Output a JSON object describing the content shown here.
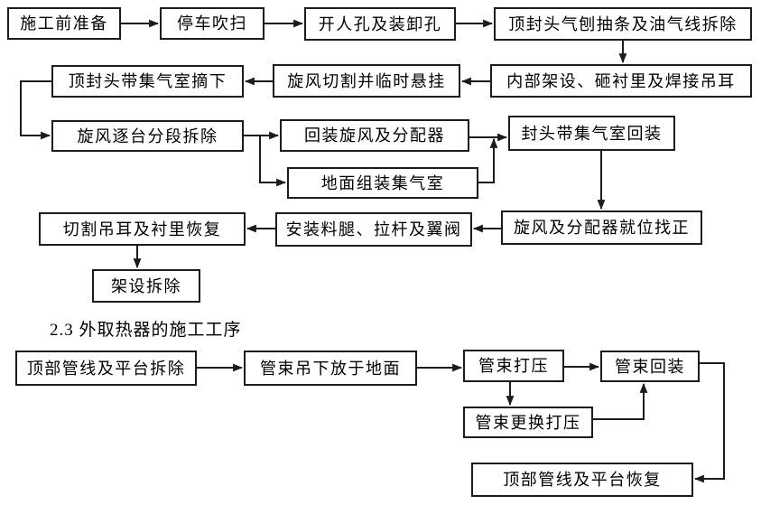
{
  "colors": {
    "line": "#1c1c1c",
    "text": "#000000",
    "background": "#ffffff"
  },
  "heading": "2.3 外取热器的施工工序",
  "nodes": {
    "prep": "施工前准备",
    "shutdown_purge": "停车吹扫",
    "open_manholes": "开人孔及装卸孔",
    "top_head_gouging": "顶封头气刨抽条及油气线拆除",
    "top_head_removal": "顶封头带集气室摘下",
    "cyclone_cut_hang": "旋风切割并临时悬挂",
    "internal_scaffold": "内部架设、砸衬里及焊接吊耳",
    "cyclone_dismantle": "旋风逐台分段拆除",
    "cyclone_reinstall": "回装旋风及分配器",
    "ground_assembly": "地面组装集气室",
    "head_reinstall": "封头带集气室回装",
    "cut_lugs_restore": "切割吊耳及衬里恢复",
    "install_legs": "安装料腿、拉杆及翼阀",
    "cyclone_align": "旋风及分配器就位找正",
    "scaffold_removal": "架设拆除",
    "top_pipe_removal": "顶部管线及平台拆除",
    "bundle_lower": "管束吊下放于地面",
    "bundle_pressure": "管束打压",
    "bundle_reinstall": "管束回装",
    "bundle_replace_pressure": "管束更换打压",
    "top_pipe_restore": "顶部管线及平台恢复"
  }
}
